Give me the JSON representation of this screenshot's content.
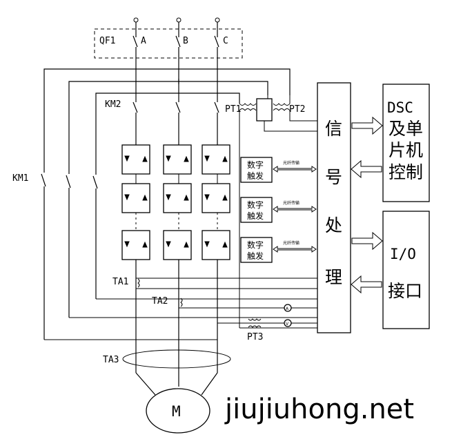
{
  "breaker": {
    "label": "QF1",
    "phase_a": "A",
    "phase_b": "B",
    "phase_c": "C"
  },
  "contactors": {
    "km2": "KM2",
    "km1": "KM1"
  },
  "transformers": {
    "pt1": "PT1",
    "pt2": "PT2",
    "pt3": "PT3"
  },
  "current_transformers": {
    "ta1": "TA1",
    "ta2": "TA2",
    "ta3": "TA3"
  },
  "trigger_boxes": [
    {
      "line1": "数字",
      "line2": "触发",
      "link": "光纤传输"
    },
    {
      "line1": "数字",
      "line2": "触发",
      "link": "光纤传输"
    },
    {
      "line1": "数字",
      "line2": "触发",
      "link": "光纤传输"
    }
  ],
  "signal_block": {
    "chars": [
      "信",
      "号",
      "处",
      "理"
    ]
  },
  "dsc_block": {
    "line1": "DSC",
    "line2": "及单",
    "line3": "片机",
    "line4": "控制"
  },
  "io_block": {
    "line1": "I/O",
    "line2": "接口"
  },
  "meters": {
    "ammeter": "A",
    "voltmeter": "V"
  },
  "motor": {
    "label": "M"
  },
  "watermark": "jiujiuhong.net"
}
